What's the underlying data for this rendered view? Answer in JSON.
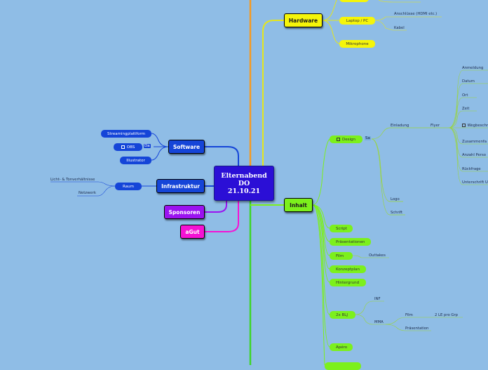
{
  "center": {
    "line1": "Elternabend",
    "line2": "DO",
    "line3": "21.10.21"
  },
  "hardware": {
    "label": "Hardware",
    "items": [
      {
        "label": "Laptop / PC",
        "children": [
          "Anschlüsse (HDMI etc.)",
          "Kabel"
        ]
      },
      {
        "label": "Mikrophone"
      }
    ]
  },
  "software": {
    "label": "Software",
    "items": [
      {
        "label": "Streamingplattform"
      },
      {
        "label": "OBS",
        "note": "Da"
      },
      {
        "label": "Illustrator"
      }
    ]
  },
  "infrastruktur": {
    "label": "Infrastruktur",
    "raum": {
      "label": "Raum",
      "children": [
        "Licht- & Tonverhältnisse",
        "Netzwerk"
      ]
    }
  },
  "sponsoren": {
    "label": "Sponsoren"
  },
  "agut": {
    "label": "aGut"
  },
  "inhalt": {
    "label": "Inhalt",
    "design": {
      "label": "Design",
      "note": "Sa",
      "einladung": {
        "label": "Einladung",
        "flyer": {
          "label": "Flyer",
          "items": [
            "Anmeldung",
            "Datum",
            "Ort",
            "Zeit",
            "Wegbeschr",
            "Zusammenfa",
            "Anzahl Perso",
            "Rückfrage",
            "Unterschrift U"
          ]
        }
      },
      "logo": "Logo",
      "schrift": "Schrift"
    },
    "items": [
      {
        "label": "Script"
      },
      {
        "label": "Präsentationen"
      },
      {
        "label": "Film",
        "child": "Outtakes"
      },
      {
        "label": "Konzeptplan"
      },
      {
        "label": "Hintergrund"
      },
      {
        "label": "2x BLJ",
        "inf": "INF",
        "mma": {
          "label": "MMA",
          "film": "Film",
          "film_detail": "2 LE pro Grp",
          "praesentation": "Präsentation"
        }
      },
      {
        "label": "Apéro"
      }
    ]
  },
  "colors": {
    "background": "#8fbde6",
    "center": "#2b0fd6",
    "hardware": "#f5f50a",
    "software": "#1545d8",
    "infrastruktur": "#1545d8",
    "sponsoren": "#9b12f0",
    "agut": "#f512d4",
    "inhalt": "#7cf01c",
    "orange_line": "#f59a23"
  }
}
